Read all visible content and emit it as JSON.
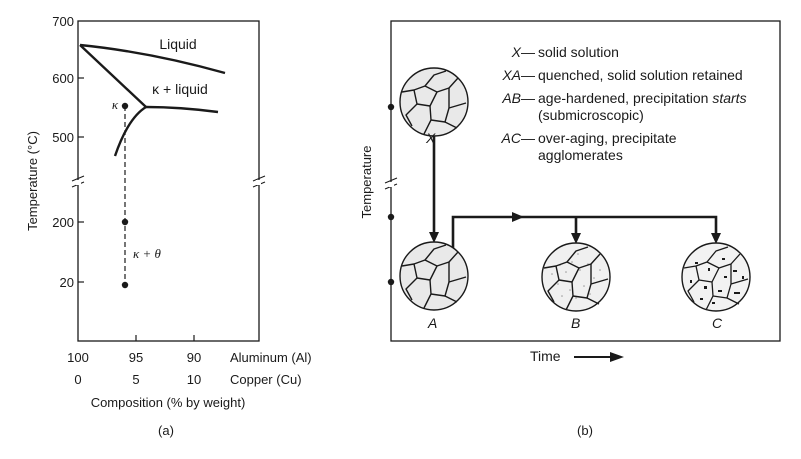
{
  "panel_a": {
    "y_axis_label": "Temperature (°C)",
    "y_ticks": [
      "700",
      "600",
      "500",
      "200",
      "20"
    ],
    "x_ticks_aluminum": [
      "100",
      "95",
      "90"
    ],
    "x_ticks_copper": [
      "0",
      "5",
      "10"
    ],
    "aluminum_label": "Aluminum (Al)",
    "copper_label": "Copper (Cu)",
    "x_axis_label": "Composition (% by weight)",
    "region_liquid": "Liquid",
    "region_kappa_liquid": "κ + liquid",
    "region_kappa": "κ",
    "region_kappa_theta": "κ + θ",
    "caption": "(a)"
  },
  "panel_b": {
    "legend": [
      {
        "key": "X",
        "dash": "—",
        "text": "solid solution"
      },
      {
        "key": "XA",
        "dash": "—",
        "text": "quenched, solid solution retained"
      },
      {
        "key": "AB",
        "dash": "—",
        "text": "age-hardened, precipitation ",
        "text_italic": "starts",
        "text2": "(submicroscopic)"
      },
      {
        "key": "AC",
        "dash": "—",
        "text": "over-aging, precipitate",
        "text2": "agglomerates"
      }
    ],
    "y_axis_label": "Temperature",
    "x_axis_label": "Time",
    "labels": {
      "X": "X",
      "A": "A",
      "B": "B",
      "C": "C"
    },
    "caption": "(b)"
  }
}
